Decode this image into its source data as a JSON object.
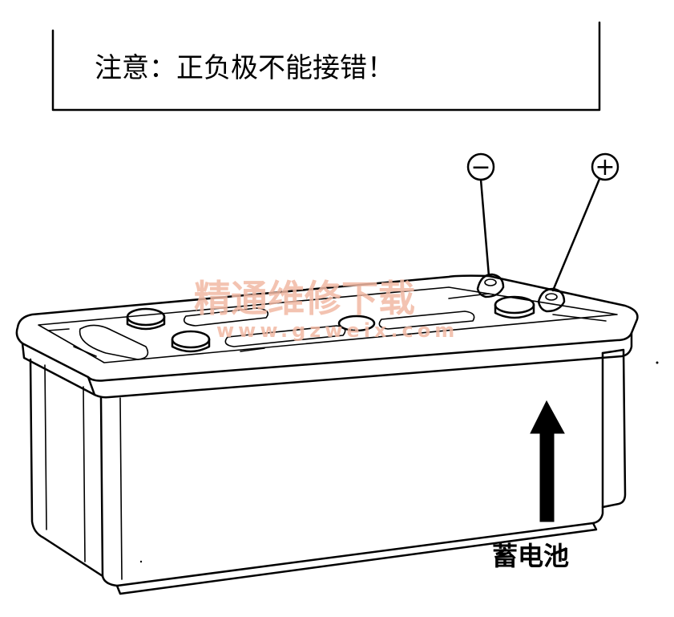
{
  "note": {
    "text": "注意：正负极不能接错！"
  },
  "terminals": {
    "negative_symbol": "−",
    "positive_symbol": "+"
  },
  "label": {
    "battery": "蓄电池"
  },
  "watermark": {
    "cn": "精通维修下载",
    "url": "www.gzweix.com"
  },
  "colors": {
    "ink": "#000000",
    "watermark": "#f2b9a4",
    "background": "#ffffff"
  }
}
